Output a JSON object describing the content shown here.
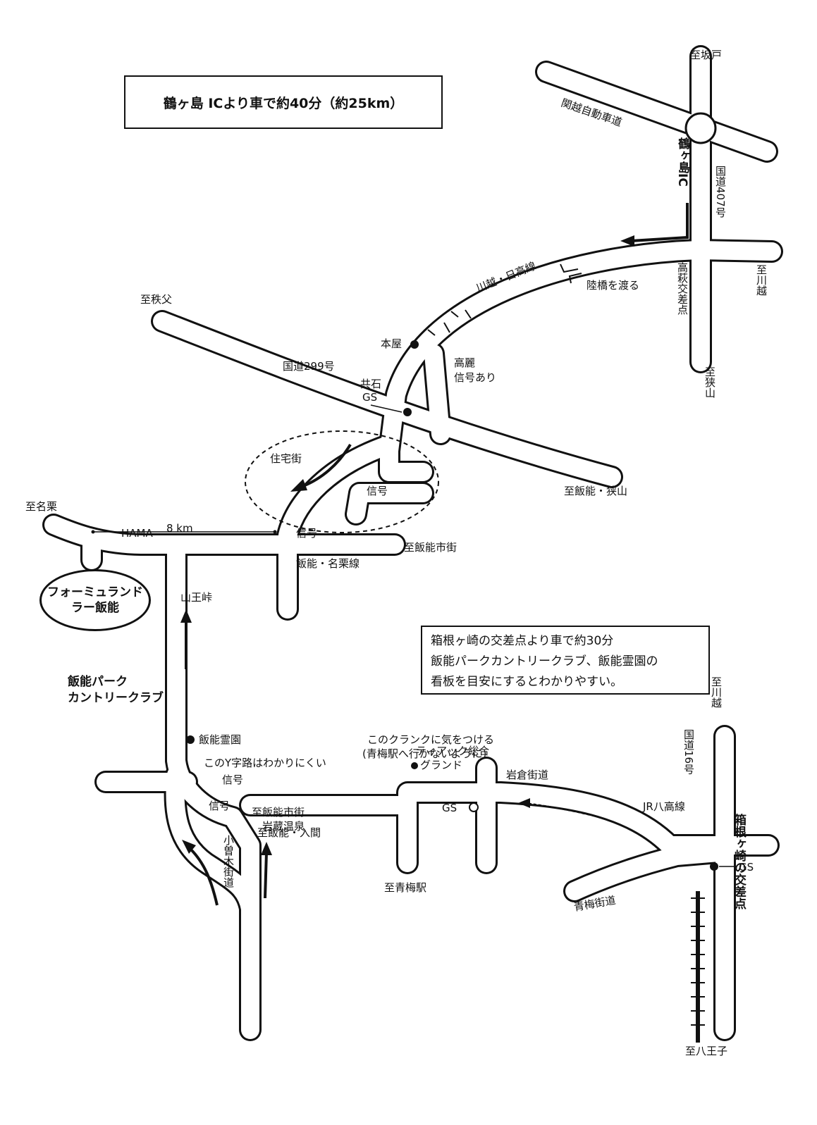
{
  "header": {
    "route_summary": "鶴ヶ島 ICより車で約40分（約25km）"
  },
  "note": {
    "lines": [
      "箱根ヶ崎の交差点より車で約30分",
      "飯能パークカントリークラブ、飯能霊園の",
      "看板を目安にするとわかりやすい。"
    ]
  },
  "destination": {
    "line1": "フォーミュランド",
    "line2": "ラー飯能"
  },
  "labels": {
    "to_sakado": "至坂戸",
    "kanetsu": "関越自動車道",
    "tsurugashima_ic": "鶴ヶ島IC",
    "route407": "国道407号",
    "to_kawagoe_top": "至川越",
    "takahagi": "高萩交差点",
    "to_sayama": "至狭山",
    "kawagoe_hidaka": "川越・日高線",
    "overpass": "陸橋を渡る",
    "to_chichibu": "至秩父",
    "route299": "国道299号",
    "motoya": "本屋",
    "korai": "高麗",
    "signal_there": "信号あり",
    "tomoishi": "共石",
    "gs": "GS",
    "residential": "住宅街",
    "to_hanno_sayama": "至飯能・狭山",
    "signal": "信号",
    "to_naguri": "至名栗",
    "hama": "HAMA",
    "dist8": "8 km",
    "to_hanno_city": "至飯能市街",
    "hanno_naguri": "飯能・名栗線",
    "sannotoge": "山王峠",
    "hanno_park_cc1": "飯能パーク",
    "hanno_park_cc2": "カントリークラブ",
    "hanno_reien": "飯能霊園",
    "y_junction": "このY字路はわかりにくい",
    "to_hanno_iruma": "至飯能・入間",
    "crank1": "このクランクに気をつける",
    "crank2": "(青梅駅へ行かないように)",
    "teac1": "ティアック総合",
    "teac2": "グランド",
    "iwakura": "岩倉街道",
    "onsen": "岩蔵温泉",
    "to_ome_station": "至青梅駅",
    "ome_kaido": "青梅街道",
    "okusoki": "小曽木街道",
    "to_kawagoe_16": "至川越",
    "route16": "国道16号",
    "jr_hachiko": "JR八高線",
    "hakonegasaki": "箱根ヶ崎の交差点",
    "to_hachioji": "至八王子"
  }
}
